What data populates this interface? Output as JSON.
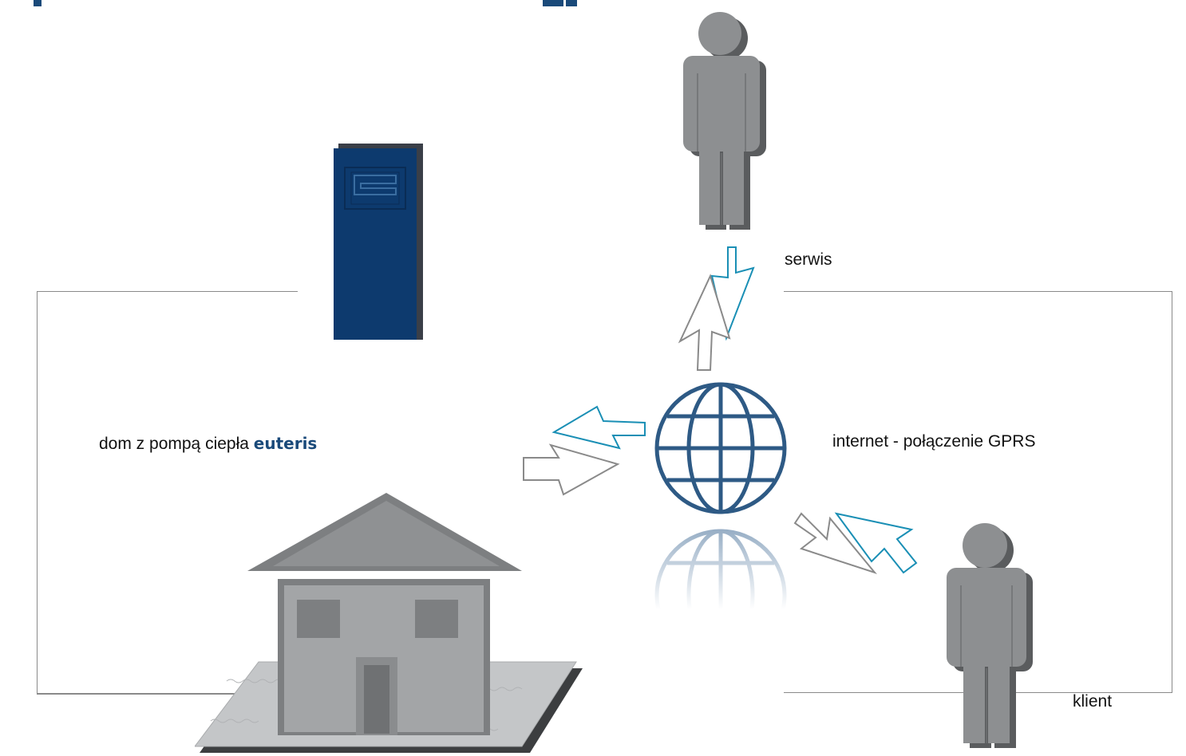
{
  "labels": {
    "house_prefix": "dom z pompą ciepła ",
    "brand": "euteris",
    "internet": "internet - połączenie GPRS",
    "service": "serwis",
    "client": "klient"
  },
  "colors": {
    "brand": "#1a4a7a",
    "unit_blue": "#0d3a6e",
    "globe": "#2e5a85",
    "arrow_blue": "#1a8fb5",
    "arrow_gray": "#8a8a8a",
    "person_gray": "#8d8f91",
    "house_gray": "#8c8e90",
    "line": "#8a8a8a"
  },
  "icons": [
    "heat-pump-unit-icon",
    "person-service-icon",
    "person-client-icon",
    "globe-icon",
    "house-icon",
    "cursor-arrow-icon"
  ]
}
